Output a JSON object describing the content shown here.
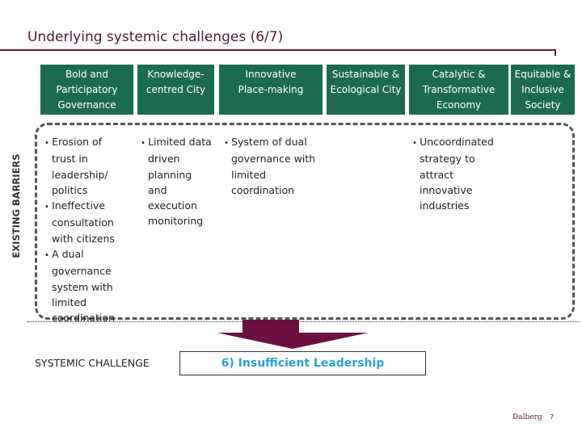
{
  "header": {
    "title": "Underlying systemic challenges (6/7)"
  },
  "colors": {
    "pillar_green": "#1c6b50",
    "accent_maroon": "#6b1040",
    "result_blue": "#2aa0d8"
  },
  "pillars": [
    {
      "label": "Bold and Participatory Governance"
    },
    {
      "label": "Knowledge-centred City"
    },
    {
      "label": "Innovative Place-making"
    },
    {
      "label": "Sustainable & Ecological City"
    },
    {
      "label": "Catalytic & Transformative Economy"
    },
    {
      "label": "Equitable & Inclusive Society"
    }
  ],
  "side_label": "EXISTING BARRIERS",
  "barriers": {
    "col1": [
      "Erosion of trust in leadership/ politics",
      "Ineffective consultation with citizens",
      "A dual governance system with limited coordination"
    ],
    "col2": [
      "Limited data driven planning and execution monitoring"
    ],
    "col3": [
      "System of dual governance with limited coordination"
    ],
    "col5": [
      "Uncoordinated strategy to attract innovative industries"
    ]
  },
  "systemic_label": "SYSTEMIC CHALLENGE",
  "result": "6) Insufficient Leadership",
  "footer": {
    "logo": "Dalberg",
    "page": "7"
  }
}
